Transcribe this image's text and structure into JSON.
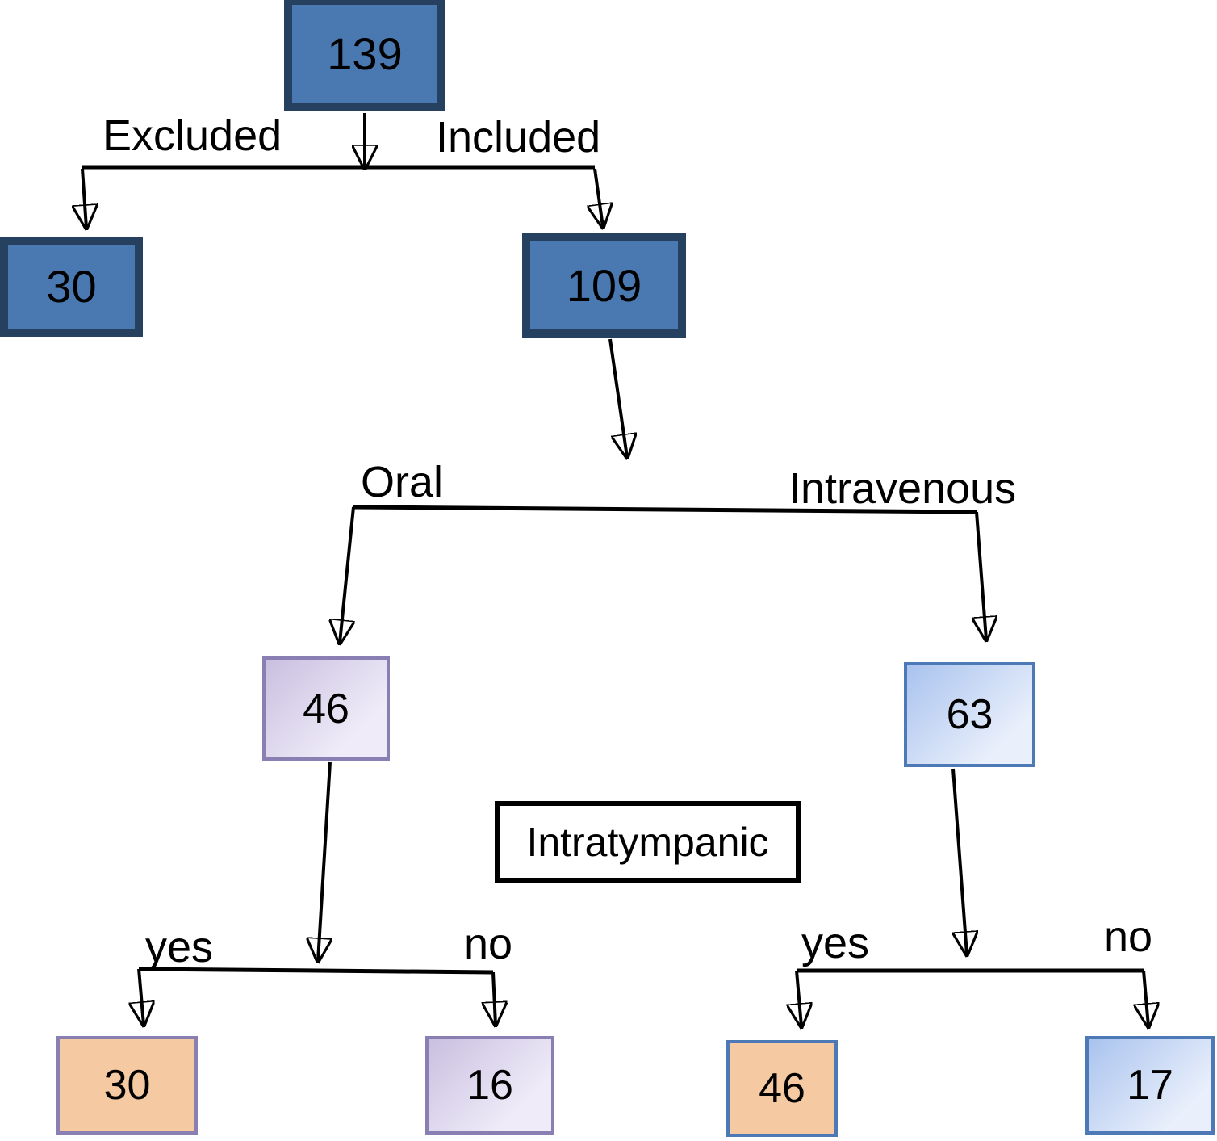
{
  "diagram": {
    "type": "flowchart",
    "root": {
      "value": "139"
    },
    "branch_total": {
      "left_label": "Excluded",
      "right_label": "Included",
      "left_value": "30",
      "right_value": "109"
    },
    "branch_route": {
      "left_label": "Oral",
      "right_label": "Intravenous",
      "center_label": "Intratympanic",
      "left_value": "46",
      "right_value": "63"
    },
    "branch_oral": {
      "left_label": "yes",
      "right_label": "no",
      "left_value": "30",
      "right_value": "16"
    },
    "branch_iv": {
      "left_label": "yes",
      "right_label": "no",
      "left_value": "46",
      "right_value": "17"
    },
    "palette": {
      "dark_box_fill": "#4a79b2",
      "dark_box_border": "#25415f",
      "lavender_fill_start": "#c9bfe0",
      "lavender_fill_end": "#efebf8",
      "lavender_border": "#8a7fb3",
      "blue_fill_start": "#a9c3ee",
      "blue_fill_end": "#e9effb",
      "blue_border": "#4e79b7",
      "orange_fill": "#f5c9a1",
      "line_color": "#000000"
    }
  }
}
